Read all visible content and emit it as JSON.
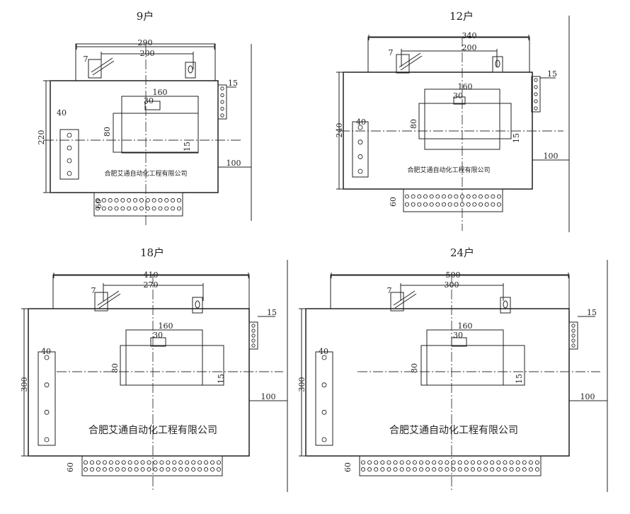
{
  "panels": [
    {
      "id": "p9",
      "title": "9户",
      "w": "290",
      "w2": "200",
      "h": "220",
      "s160": "160",
      "s30": "30",
      "s80": "80",
      "s15b": "15",
      "s15": "15",
      "s40": "40",
      "s100": "100",
      "s60": "60",
      "s7": "7",
      "company": "合肥艾通自动化工程有限公司"
    },
    {
      "id": "p12",
      "title": "12户",
      "w": "340",
      "w2": "200",
      "h": "240",
      "s160": "160",
      "s30": "30",
      "s80": "80",
      "s15b": "15",
      "s15": "15",
      "s40": "40",
      "s100": "100",
      "s60": "60",
      "s7": "7",
      "company": "合肥艾通自动化工程有限公司"
    },
    {
      "id": "p18",
      "title": "18户",
      "w": "410",
      "w2": "270",
      "h": "300",
      "s160": "160",
      "s30": "30",
      "s80": "80",
      "s15b": "15",
      "s15": "15",
      "s40": "40",
      "s100": "100",
      "s60": "60",
      "s7": "7",
      "company": "合肥艾通自动化工程有限公司"
    },
    {
      "id": "p24",
      "title": "24户",
      "w": "500",
      "w2": "300",
      "h": "300",
      "s160": "160",
      "s30": "30",
      "s80": "80",
      "s15b": "15",
      "s15": "15",
      "s40": "40",
      "s100": "100",
      "s60": "60",
      "s7": "7",
      "company": "合肥艾通自动化工程有限公司"
    }
  ]
}
